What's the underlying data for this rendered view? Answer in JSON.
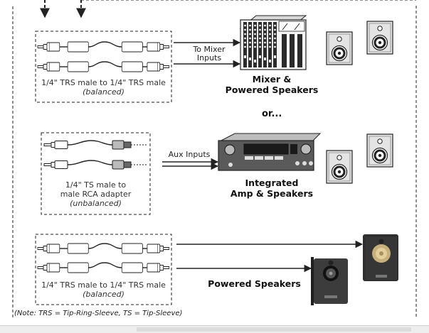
{
  "colors": {
    "line": "#222222",
    "panel": "#2b2b2b",
    "speaker_light": "#dcdcdc",
    "speaker_dark": "#3a3a3a"
  },
  "sections": [
    {
      "cable_label": "1/4\" TRS male to 1/4\" TRS male",
      "cable_sublabel": "(balanced)",
      "arrow_label_1": "To Mixer",
      "arrow_label_2": "Inputs",
      "device_label_1": "Mixer &",
      "device_label_2": "Powered Speakers"
    },
    {
      "cable_label_1": "1/4\" TS male to",
      "cable_label_2": "male RCA adapter",
      "cable_sublabel": "(unbalanced)",
      "arrow_label": "Aux Inputs",
      "device_label_1": "Integrated",
      "device_label_2": "Amp & Speakers"
    },
    {
      "cable_label": "1/4\" TRS male to 1/4\" TRS male",
      "cable_sublabel": "(balanced)",
      "device_label": "Powered Speakers"
    }
  ],
  "separator": "or...",
  "note": "(Note: TRS = Tip-Ring-Sleeve, TS = Tip-Sleeve)"
}
